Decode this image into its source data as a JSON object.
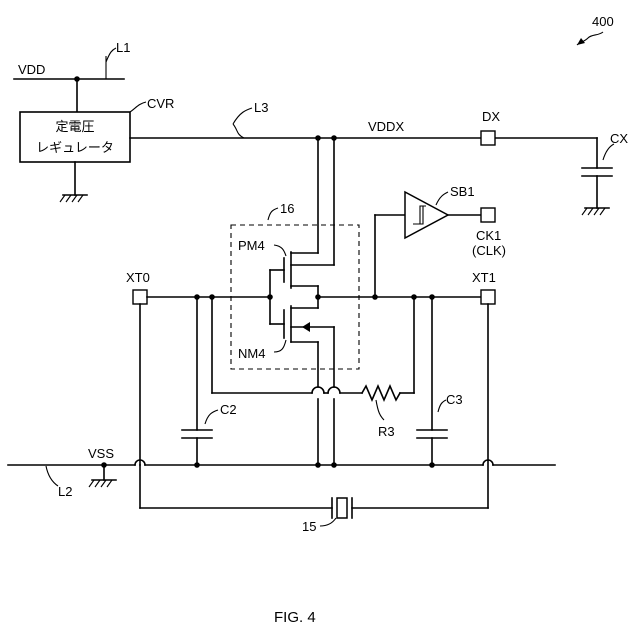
{
  "figure": {
    "ref_number": "400",
    "caption": "FIG. 4"
  },
  "labels": {
    "vdd": "VDD",
    "l1": "L1",
    "cvr": "CVR",
    "regulator_line1": "定電圧",
    "regulator_line2": "レギュレータ",
    "l3": "L3",
    "vddx": "VDDX",
    "dx": "DX",
    "cx": "CX",
    "sb1": "SB1",
    "ck1": "CK1",
    "clk": "(CLK)",
    "inv_ref": "16",
    "pm4": "PM4",
    "nm4": "NM4",
    "xt0": "XT0",
    "xt1": "XT1",
    "c2": "C2",
    "c3": "C3",
    "r3": "R3",
    "vss": "VSS",
    "l2": "L2",
    "crystal": "15"
  }
}
